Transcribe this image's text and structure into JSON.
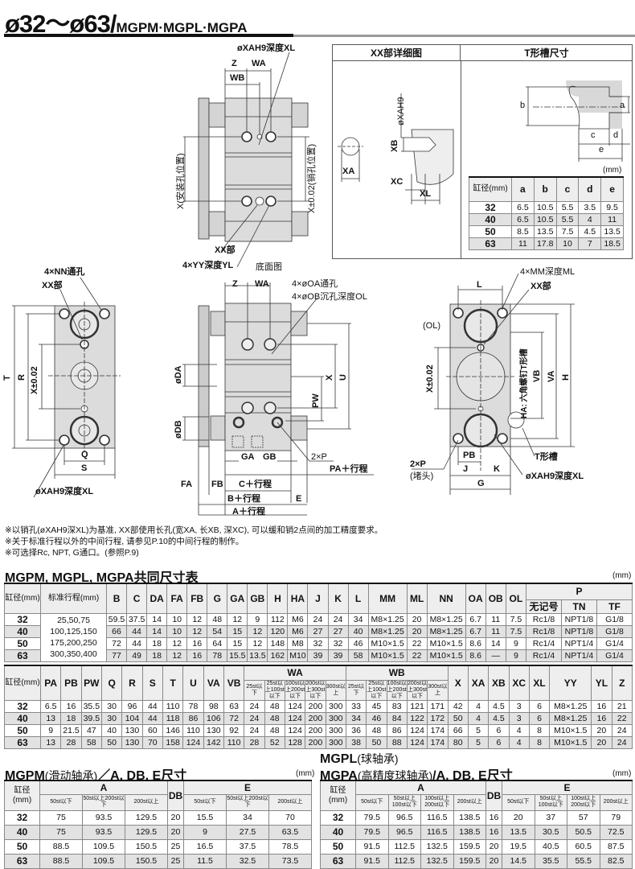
{
  "header": {
    "title_main": "ø32～ø63/",
    "title_models": "MGPM·MGPL·MGPA"
  },
  "drawings": {
    "bottom_view": {
      "labels": [
        "øXAH9深度XL",
        "Z",
        "WA",
        "WB",
        "X(安装孔位置)",
        "X±0.02(销孔位置)",
        "XX部",
        "4×YY深度YL"
      ],
      "caption": "底面图"
    },
    "left_end_view": {
      "labels": [
        "4×NN通孔",
        "XX部",
        "T",
        "R",
        "X±0.02",
        "Q",
        "S",
        "øXAH9深度XL"
      ]
    },
    "side_view": {
      "labels": [
        "Z",
        "WA",
        "4×øOA通孔",
        "4×øOB沉孔深度OL",
        "øDA",
        "øDB",
        "X",
        "U",
        "PW",
        "GA",
        "GB",
        "2×P",
        "PA＋行程",
        "FA",
        "FB",
        "C＋行程",
        "B＋行程",
        "E",
        "A＋行程"
      ]
    },
    "right_end_view": {
      "labels": [
        "4×MM深度ML",
        "L",
        "XX部",
        "(OL)",
        "X±0.02",
        "HA: 六角螺钉T形槽",
        "VB",
        "VA",
        "H",
        "T形槽",
        "2×P",
        "(堵头)",
        "PB",
        "J",
        "K",
        "G",
        "øXAH9深度XL"
      ]
    }
  },
  "detail_box": {
    "xx_title": "XX部详细图",
    "xx_labels": [
      "øXAH9",
      "XB",
      "XA",
      "XC",
      "XL"
    ],
    "tslot_title": "T形槽尺寸",
    "tslot_labels": [
      "a",
      "b",
      "c",
      "d",
      "e"
    ],
    "unit": "(mm)",
    "table": {
      "bore_header": "缸径(mm)",
      "columns": [
        "a",
        "b",
        "c",
        "d",
        "e"
      ],
      "rows": [
        [
          "32",
          "6.5",
          "10.5",
          "5.5",
          "3.5",
          "9.5"
        ],
        [
          "40",
          "6.5",
          "10.5",
          "5.5",
          "4",
          "11"
        ],
        [
          "50",
          "8.5",
          "13.5",
          "7.5",
          "4.5",
          "13.5"
        ],
        [
          "63",
          "11",
          "17.8",
          "10",
          "7",
          "18.5"
        ]
      ]
    }
  },
  "notes": [
    "※以销孔(øXAH9深XL)为基准, XX部使用长孔(宽XA, 长XB, 深XC), 可以缓和销2点间的加工精度要求。",
    "※关于标准行程以外的中间行程, 请参见P.10的中间行程的制作。",
    "※可选择Rc, NPT, G通口。(参照P.9)"
  ],
  "common_table": {
    "title": "MGPM, MGPL, MGPA共同尺寸表",
    "unit": "(mm)",
    "bore_header": "缸径(mm)",
    "stroke_header": "标准行程(mm)",
    "columns": [
      "B",
      "C",
      "DA",
      "FA",
      "FB",
      "G",
      "GA",
      "GB",
      "H",
      "HA",
      "J",
      "K",
      "L",
      "MM",
      "ML",
      "NN",
      "OA",
      "OB",
      "OL"
    ],
    "p_header": "P",
    "p_columns": [
      "无记号",
      "TN",
      "TF"
    ],
    "stroke_text": [
      "25,50,75",
      "100,125,150",
      "175,200,250",
      "300,350,400"
    ],
    "rows": [
      [
        "32",
        "59.5",
        "37.5",
        "14",
        "10",
        "12",
        "48",
        "12",
        "9",
        "112",
        "M6",
        "24",
        "24",
        "34",
        "M8×1.25",
        "20",
        "M8×1.25",
        "6.7",
        "11",
        "7.5",
        "Rc1/8",
        "NPT1/8",
        "G1/8"
      ],
      [
        "40",
        "66",
        "44",
        "14",
        "10",
        "12",
        "54",
        "15",
        "12",
        "120",
        "M6",
        "27",
        "27",
        "40",
        "M8×1.25",
        "20",
        "M8×1.25",
        "6.7",
        "11",
        "7.5",
        "Rc1/8",
        "NPT1/8",
        "G1/8"
      ],
      [
        "50",
        "72",
        "44",
        "18",
        "12",
        "16",
        "64",
        "15",
        "12",
        "148",
        "M8",
        "32",
        "32",
        "46",
        "M10×1.5",
        "22",
        "M10×1.5",
        "8.6",
        "14",
        "9",
        "Rc1/4",
        "NPT1/4",
        "G1/4"
      ],
      [
        "63",
        "77",
        "49",
        "18",
        "12",
        "16",
        "78",
        "15.5",
        "13.5",
        "162",
        "M10",
        "39",
        "39",
        "58",
        "M10×1.5",
        "22",
        "M10×1.5",
        "8.6",
        "—",
        "9",
        "Rc1/4",
        "NPT1/4",
        "G1/4"
      ]
    ]
  },
  "common_table2": {
    "bore_header": "缸径(mm)",
    "columns_a": [
      "PA",
      "PB",
      "PW",
      "Q",
      "R",
      "S",
      "T",
      "U",
      "VA",
      "VB"
    ],
    "wa_header": "WA",
    "wb_header": "WB",
    "stroke_sub": [
      "25st以下",
      "25st以上100st以下",
      "100st以上200st以下",
      "200st以上300st以下",
      "300st以上"
    ],
    "columns_b": [
      "X",
      "XA",
      "XB",
      "XC",
      "XL",
      "YY",
      "YL",
      "Z"
    ],
    "rows": [
      [
        "32",
        "6.5",
        "16",
        "35.5",
        "30",
        "96",
        "44",
        "110",
        "78",
        "98",
        "63",
        "24",
        "48",
        "124",
        "200",
        "300",
        "33",
        "45",
        "83",
        "121",
        "171",
        "42",
        "4",
        "4.5",
        "3",
        "6",
        "M8×1.25",
        "16",
        "21"
      ],
      [
        "40",
        "13",
        "18",
        "39.5",
        "30",
        "104",
        "44",
        "118",
        "86",
        "106",
        "72",
        "24",
        "48",
        "124",
        "200",
        "300",
        "34",
        "46",
        "84",
        "122",
        "172",
        "50",
        "4",
        "4.5",
        "3",
        "6",
        "M8×1.25",
        "16",
        "22"
      ],
      [
        "50",
        "9",
        "21.5",
        "47",
        "40",
        "130",
        "60",
        "146",
        "110",
        "130",
        "92",
        "24",
        "48",
        "124",
        "200",
        "300",
        "36",
        "48",
        "86",
        "124",
        "174",
        "66",
        "5",
        "6",
        "4",
        "8",
        "M10×1.5",
        "20",
        "24"
      ],
      [
        "63",
        "13",
        "28",
        "58",
        "50",
        "130",
        "70",
        "158",
        "124",
        "142",
        "110",
        "28",
        "52",
        "128",
        "200",
        "300",
        "38",
        "50",
        "88",
        "124",
        "174",
        "80",
        "5",
        "6",
        "4",
        "8",
        "M10×1.5",
        "20",
        "24"
      ]
    ]
  },
  "mgpm_table": {
    "title": "MGPM",
    "title_cn": "(滑动轴承)",
    "title_suffix": "／A, DB, E尺寸",
    "unit": "(mm)",
    "bore_header": "缸径(mm)",
    "a_header": "A",
    "db_header": "DB",
    "e_header": "E",
    "sub": [
      "50st以下",
      "50st以上200st以下",
      "200st以上"
    ],
    "rows": [
      [
        "32",
        "75",
        "93.5",
        "129.5",
        "20",
        "15.5",
        "34",
        "70"
      ],
      [
        "40",
        "75",
        "93.5",
        "129.5",
        "20",
        "9",
        "27.5",
        "63.5"
      ],
      [
        "50",
        "88.5",
        "109.5",
        "150.5",
        "25",
        "16.5",
        "37.5",
        "78.5"
      ],
      [
        "63",
        "88.5",
        "109.5",
        "150.5",
        "25",
        "11.5",
        "32.5",
        "73.5"
      ]
    ]
  },
  "mgpl_table": {
    "title1": "MGPL",
    "title1_cn": "(球轴承)",
    "title2": "MGPA",
    "title2_cn": "(高精度球轴承)",
    "title2_suffix": "/A, DB, E尺寸",
    "unit": "(mm)",
    "bore_header": "缸径(mm)",
    "a_header": "A",
    "db_header": "DB",
    "e_header": "E",
    "sub": [
      "50st以下",
      "50st以上100st以下",
      "100st以上200st以下",
      "200st以上"
    ],
    "rows": [
      [
        "32",
        "79.5",
        "96.5",
        "116.5",
        "138.5",
        "16",
        "20",
        "37",
        "57",
        "79"
      ],
      [
        "40",
        "79.5",
        "96.5",
        "116.5",
        "138.5",
        "16",
        "13.5",
        "30.5",
        "50.5",
        "72.5"
      ],
      [
        "50",
        "91.5",
        "112.5",
        "132.5",
        "159.5",
        "20",
        "19.5",
        "40.5",
        "60.5",
        "87.5"
      ],
      [
        "63",
        "91.5",
        "112.5",
        "132.5",
        "159.5",
        "20",
        "14.5",
        "35.5",
        "55.5",
        "82.5"
      ]
    ]
  }
}
